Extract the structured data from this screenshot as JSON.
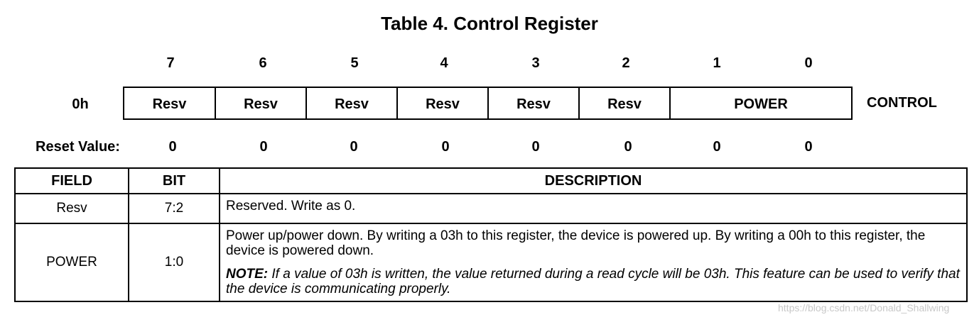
{
  "title": "Table 4. Control Register",
  "register": {
    "address": "0h",
    "name": "CONTROL",
    "bit_numbers": [
      "7",
      "6",
      "5",
      "4",
      "3",
      "2",
      "1",
      "0"
    ],
    "fields": [
      "Resv",
      "Resv",
      "Resv",
      "Resv",
      "Resv",
      "Resv",
      "POWER"
    ],
    "reset_label": "Reset Value:",
    "reset_values": [
      "0",
      "0",
      "0",
      "0",
      "0",
      "0",
      "0",
      "0"
    ]
  },
  "field_table": {
    "headers": [
      "FIELD",
      "BIT",
      "DESCRIPTION"
    ],
    "rows": [
      {
        "field": "Resv",
        "bit": "7:2",
        "description": "Reserved.  Write as 0."
      },
      {
        "field": "POWER",
        "bit": "1:0",
        "description": "Power up/power down.  By writing a 03h to this register, the device is powered up.  By writing a 00h to this register, the device is powered down.",
        "note_label": "NOTE:",
        "note_text": " If a value of 03h is written, the value returned during a read cycle will be 03h.  This feature can be used to verify that the device is communicating properly."
      }
    ]
  },
  "watermark": "https://blog.csdn.net/Donald_Shallwing"
}
